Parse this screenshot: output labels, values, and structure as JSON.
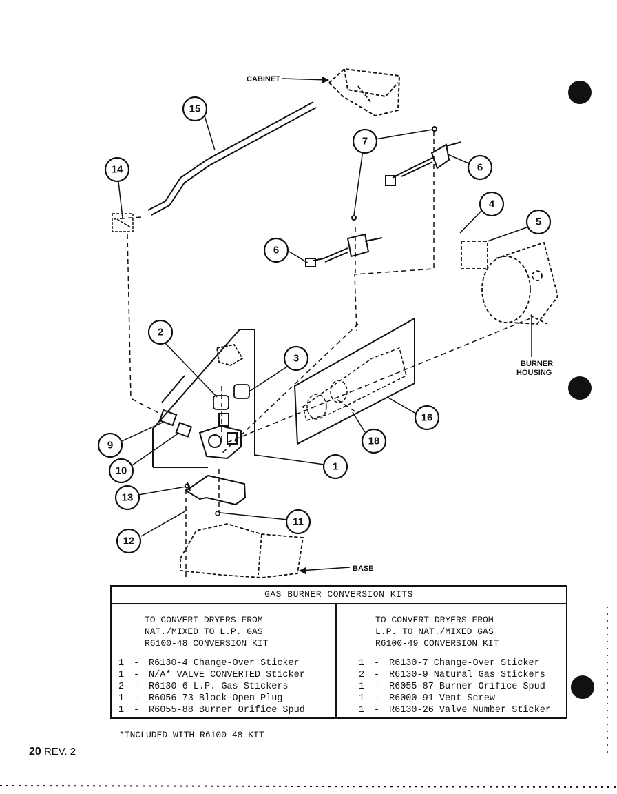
{
  "labels": {
    "cabinet": "CABINET",
    "burner_housing_1": "BURNER",
    "burner_housing_2": "HOUSING",
    "base": "BASE"
  },
  "callouts": [
    "1",
    "2",
    "3",
    "4",
    "5",
    "6",
    "6",
    "7",
    "9",
    "10",
    "11",
    "12",
    "13",
    "14",
    "15",
    "16",
    "18"
  ],
  "table": {
    "title": "GAS BURNER CONVERSION KITS",
    "left": {
      "header": [
        "TO CONVERT DRYERS FROM",
        "NAT./MIXED TO L.P. GAS",
        "R6100-48 CONVERSION KIT"
      ],
      "items": [
        {
          "qty": "1",
          "dash": "-",
          "desc": "R6130-4 Change-Over Sticker"
        },
        {
          "qty": "1",
          "dash": "-",
          "desc": "N/A* VALVE CONVERTED Sticker"
        },
        {
          "qty": "2",
          "dash": "-",
          "desc": "R6130-6 L.P. Gas Stickers"
        },
        {
          "qty": "1",
          "dash": "-",
          "desc": "R6056-73 Block-Open Plug"
        },
        {
          "qty": "1",
          "dash": "-",
          "desc": "R6055-88 Burner Orifice Spud"
        }
      ]
    },
    "right": {
      "header": [
        "TO CONVERT DRYERS FROM",
        "L.P. TO NAT./MIXED GAS",
        "R6100-49 CONVERSION KIT"
      ],
      "items": [
        {
          "qty": "1",
          "dash": "-",
          "desc": "R6130-7 Change-Over Sticker"
        },
        {
          "qty": "2",
          "dash": "-",
          "desc": "R6130-9 Natural Gas Stickers"
        },
        {
          "qty": "1",
          "dash": "-",
          "desc": "R6055-87 Burner Orifice Spud"
        },
        {
          "qty": "1",
          "dash": "-",
          "desc": "R6000-91 Vent Screw"
        },
        {
          "qty": "1",
          "dash": "-",
          "desc": "R6130-26 Valve Number Sticker"
        }
      ]
    }
  },
  "footnote": "*INCLUDED WITH R6100-48 KIT",
  "page": {
    "number": "20",
    "rev": "REV. 2"
  }
}
